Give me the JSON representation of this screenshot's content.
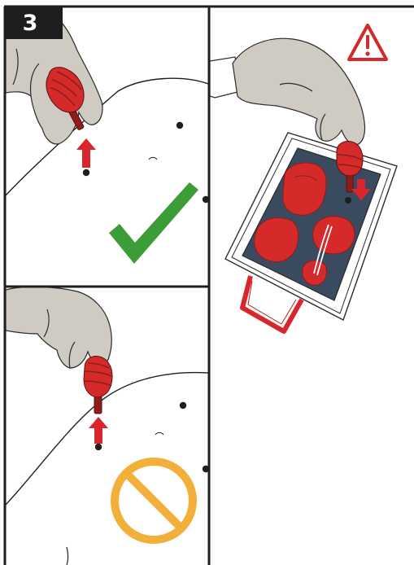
{
  "step": {
    "number": "3"
  },
  "panels": [
    {
      "id": "correct",
      "indicator": "check-mark-icon"
    },
    {
      "id": "incorrect",
      "indicator": "prohibited-icon"
    },
    {
      "id": "tray",
      "indicator": "warning-icon"
    }
  ],
  "colors": {
    "frame": "#1e1e1e",
    "glove": "#cfcbc2",
    "bulb_red": "#d42a2a",
    "bulb_dark": "#8f1c1c",
    "arrow_red": "#d8262c",
    "check_green": "#3c9c38",
    "prohibit_orange": "#f2b03a",
    "tray_fill": "#3a4b5f",
    "warning_red": "#d52a2a",
    "handle_red": "#d7262c"
  }
}
